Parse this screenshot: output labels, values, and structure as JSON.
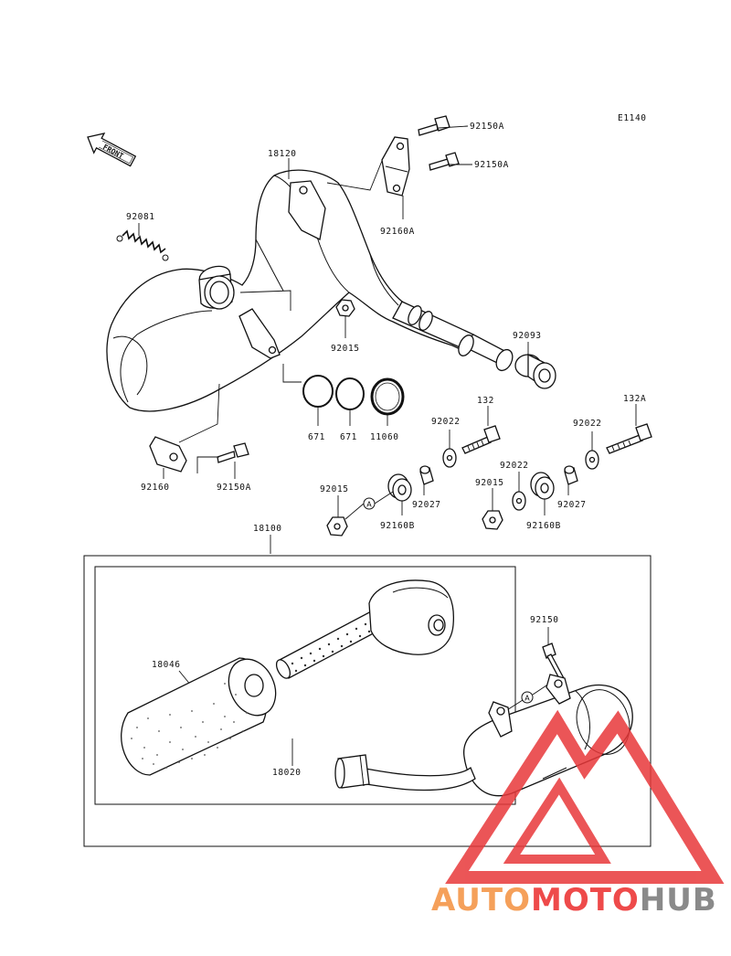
{
  "diagram_code": "E1140",
  "front_label": "FRONT",
  "labels": {
    "l_18120": "18120",
    "l_92150A_1": "92150A",
    "l_92150A_2": "92150A",
    "l_92160A": "92160A",
    "l_92081": "92081",
    "l_92015_a": "92015",
    "l_92093": "92093",
    "l_671_a": "671",
    "l_671_b": "671",
    "l_11060": "11060",
    "l_132": "132",
    "l_132A": "132A",
    "l_92022_a": "92022",
    "l_92022_b": "92022",
    "l_92022_c": "92022",
    "l_92160": "92160",
    "l_92150A_3": "92150A",
    "l_92015_b": "92015",
    "l_92027_a": "92027",
    "l_92160B_a": "92160B",
    "l_92015_c": "92015",
    "l_92027_b": "92027",
    "l_92160B_b": "92160B",
    "l_18100": "18100",
    "l_92150": "92150",
    "l_18046": "18046",
    "l_18020": "18020",
    "ref_A_1": "A",
    "ref_A_2": "A"
  },
  "watermark": {
    "part1": "AUTO",
    "part2": "MOTO",
    "part3": "HUB",
    "color1": "#f5a05a",
    "color2": "#ee4a4a",
    "color3": "#8a8a8a",
    "logo_color": "#e8383a"
  }
}
